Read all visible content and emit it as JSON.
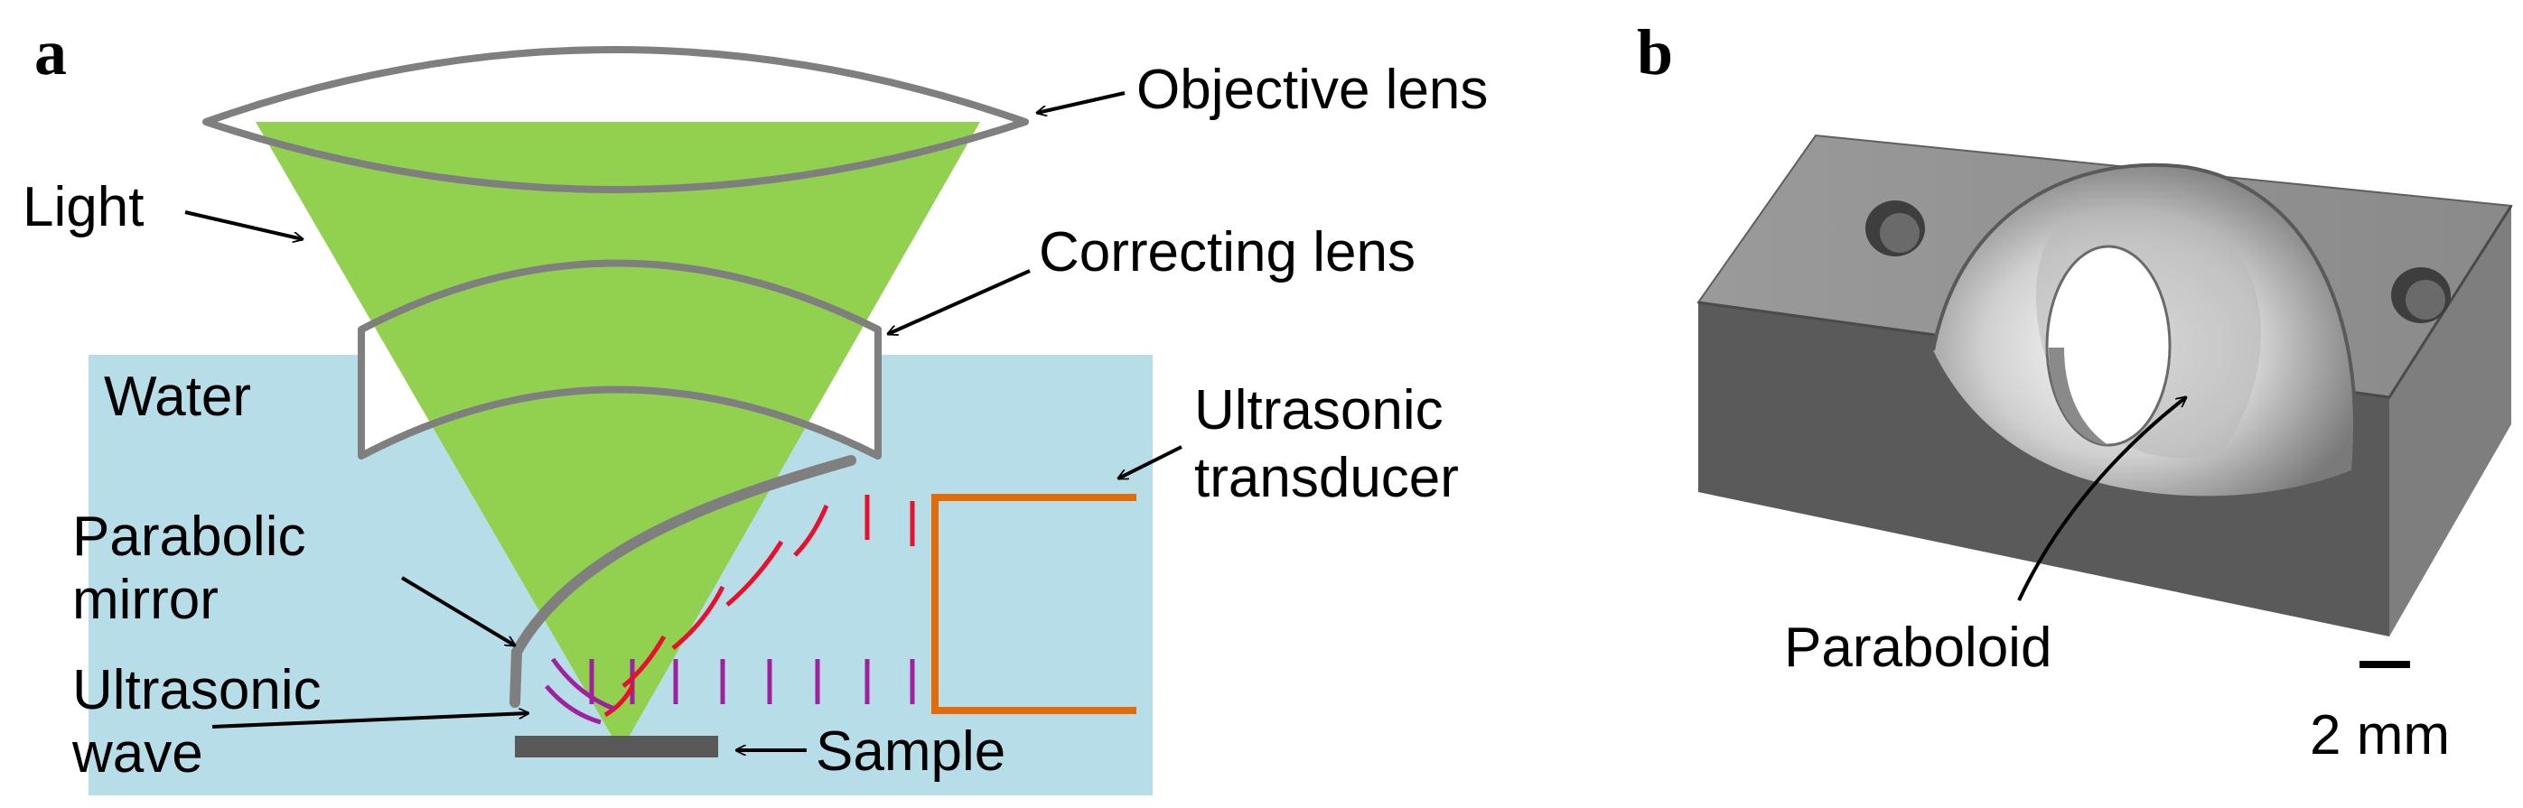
{
  "panels": {
    "a": {
      "label": "a",
      "labels": {
        "objective_lens": "Objective lens",
        "light": "Light",
        "correcting_lens": "Correcting lens",
        "water": "Water",
        "ultrasonic_transducer_line1": "Ultrasonic",
        "ultrasonic_transducer_line2": "transducer",
        "parabolic_mirror_line1": "Parabolic",
        "parabolic_mirror_line2": "mirror",
        "ultrasonic_wave_line1": "Ultrasonic",
        "ultrasonic_wave_line2": "wave",
        "sample": "Sample"
      }
    },
    "b": {
      "label": "b",
      "labels": {
        "paraboloid": "Paraboloid",
        "scale_bar": "2 mm"
      }
    }
  },
  "colors": {
    "light_beam": "#92d050",
    "water": "#b7dde8",
    "lens_outline": "#7f7f7f",
    "transducer": "#e36c09",
    "wave_near": "#a020a0",
    "wave_far": "#e8102c",
    "sample": "#595959",
    "block_top": "#8c8c8c",
    "block_front": "#5a5a5a"
  }
}
